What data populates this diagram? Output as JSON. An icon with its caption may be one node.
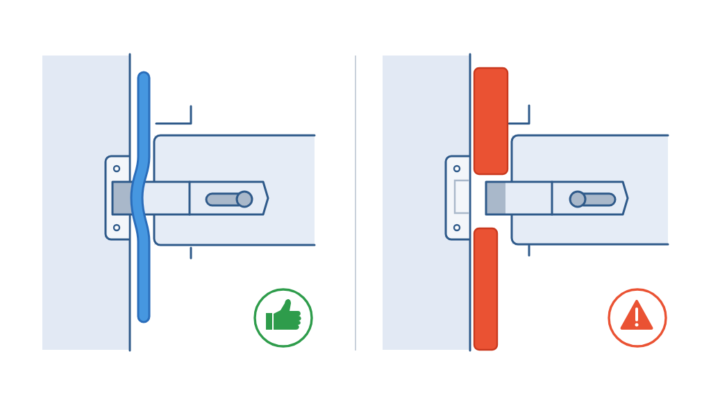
{
  "diagram": {
    "nodes": [
      {
        "text": [],
        "shape": "bar"
      },
      {
        "text": [],
        "shape": "bar"
      },
      {
        "text": [],
        "shape": "bar"
      }
    ]
  }
}
